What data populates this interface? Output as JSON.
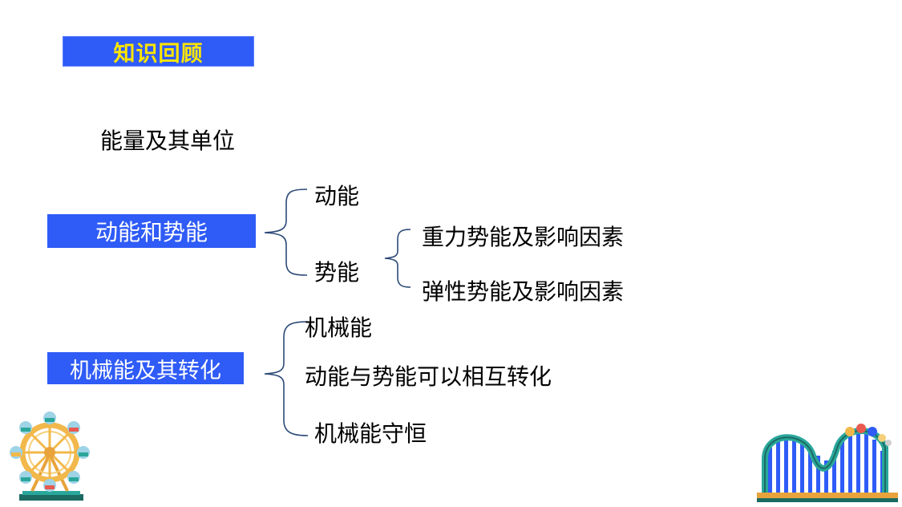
{
  "title": "知识回顾",
  "items": {
    "energy_unit": "能量及其单位",
    "kinetic_potential": {
      "label": "动能和势能",
      "kinetic": "动能",
      "potential": "势能",
      "gravitational": "重力势能及影响因素",
      "elastic": "弹性势能及影响因素"
    },
    "mechanical": {
      "label": "机械能及其转化",
      "mechanical_energy": "机械能",
      "conversion": "动能与势能可以相互转化",
      "conservation": "机械能守恒"
    }
  },
  "colors": {
    "accent_blue": "#2f5bf6",
    "title_text": "#ffe600",
    "brace": "#2d4a78"
  },
  "decorations": [
    "ferris-wheel-icon",
    "roller-coaster-icon"
  ]
}
